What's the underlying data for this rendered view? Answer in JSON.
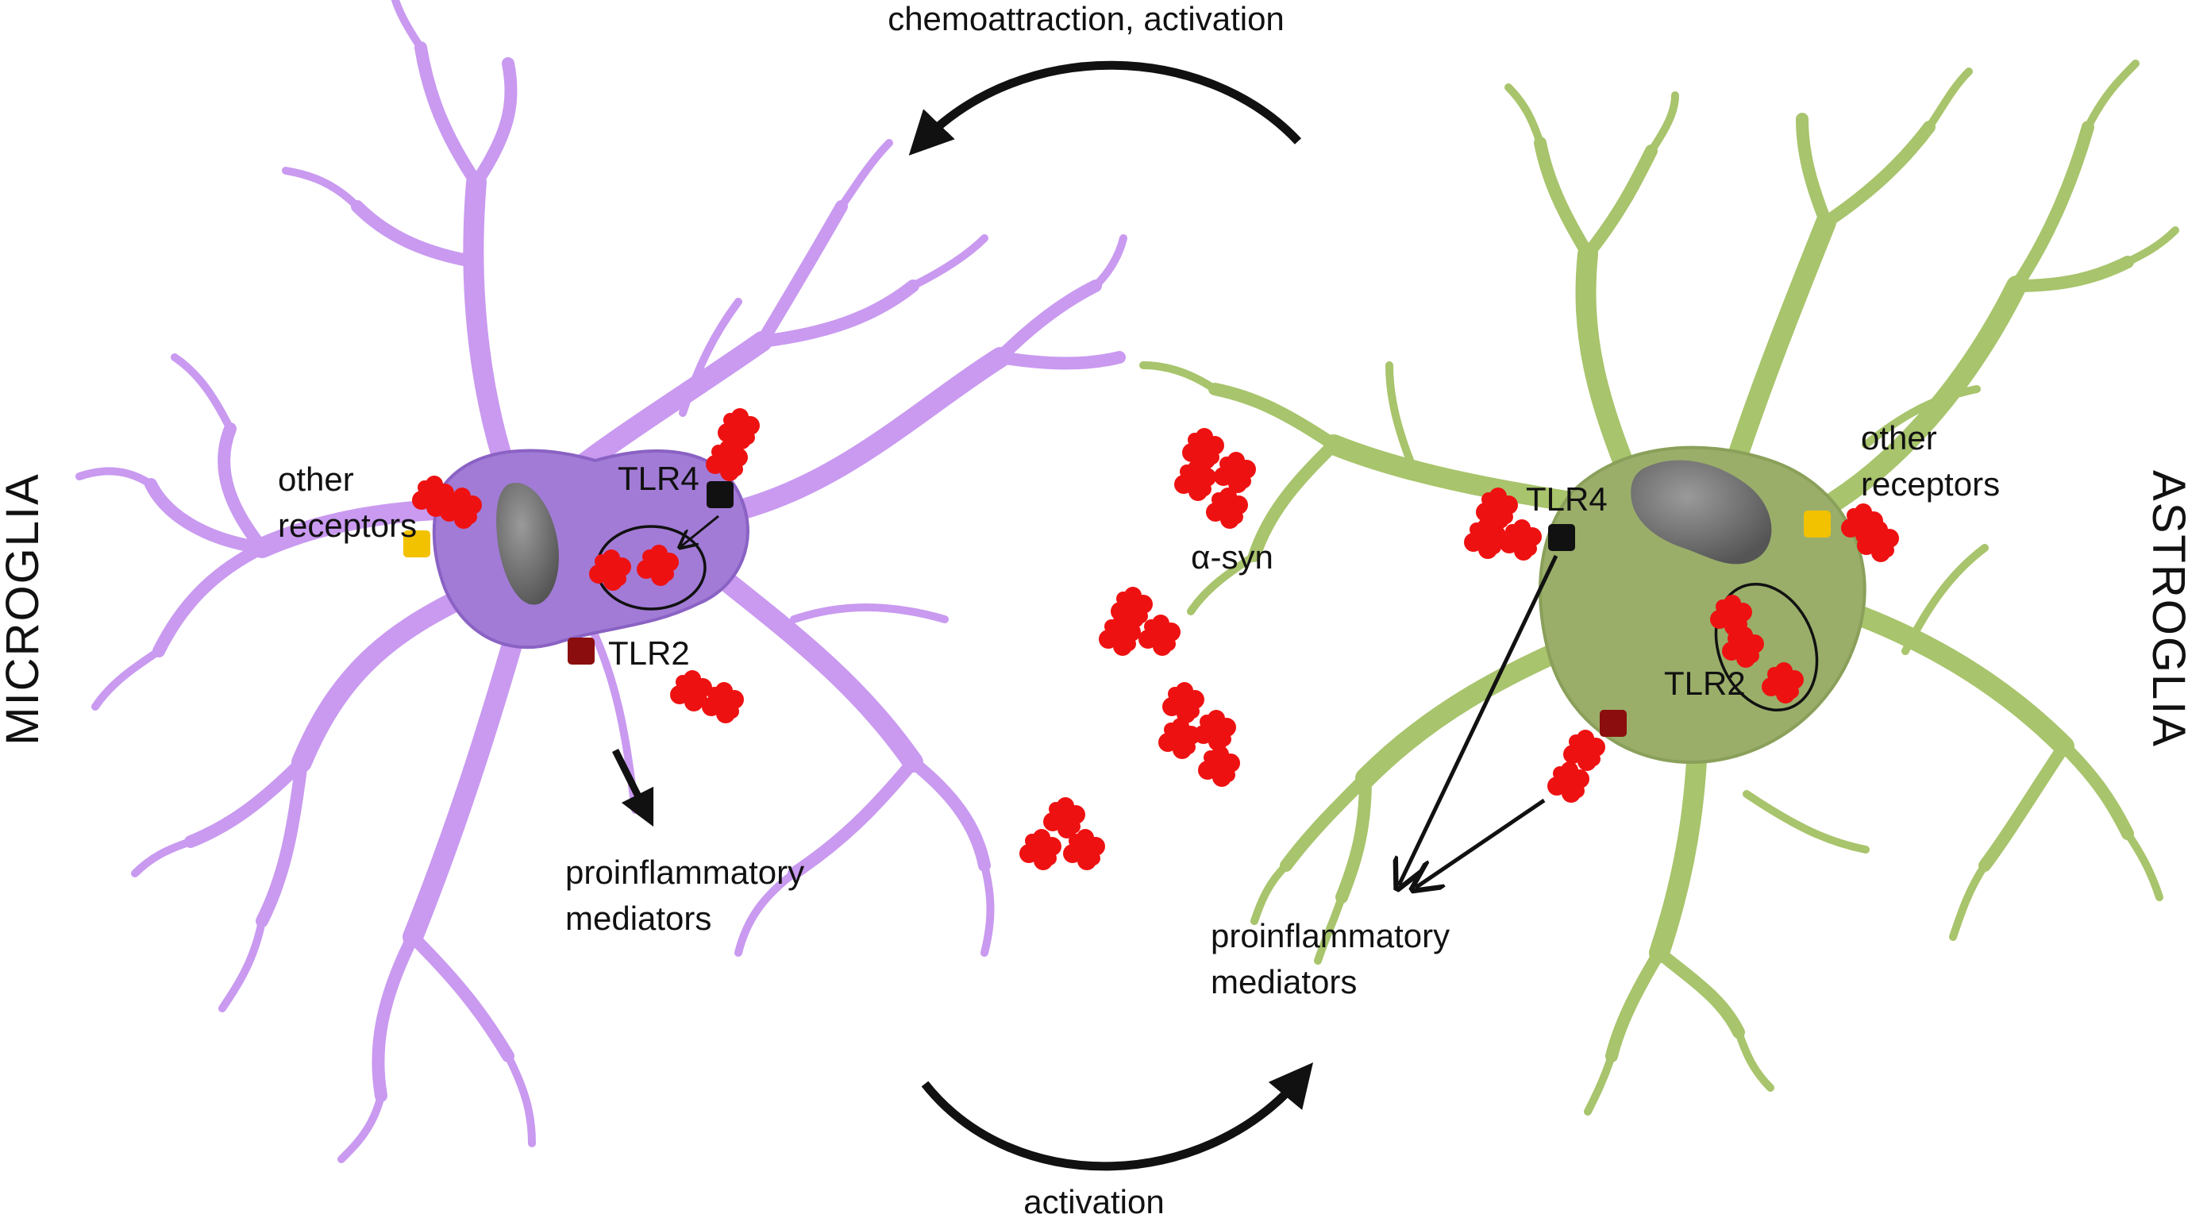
{
  "arrows": {
    "top": "chemoattraction, activation",
    "bottom": "activation"
  },
  "center": {
    "particle": "α-syn"
  },
  "microglia": {
    "side_label": "MICROGLIA",
    "other_receptors_1": "other",
    "other_receptors_2": "receptors",
    "tlr4": "TLR4",
    "tlr2": "TLR2",
    "output_1": "proinflammatory",
    "output_2": "mediators"
  },
  "astroglia": {
    "side_label": "ASTROGLIA",
    "other_receptors_1": "other",
    "other_receptors_2": "receptors",
    "tlr4": "TLR4",
    "tlr2": "TLR2",
    "output_1": "proinflammatory",
    "output_2": "mediators"
  },
  "colors": {
    "microglia_body": "#a27bd6",
    "microglia_process": "#c99af0",
    "astroglia_body": "#9aae6a",
    "astroglia_process": "#a8c46c",
    "alpha_syn": "#ee1111",
    "tlr4": "#111111",
    "tlr2": "#8b0d0d",
    "other_receptor": "#f2c200",
    "nucleus": "#6a6a6a"
  }
}
